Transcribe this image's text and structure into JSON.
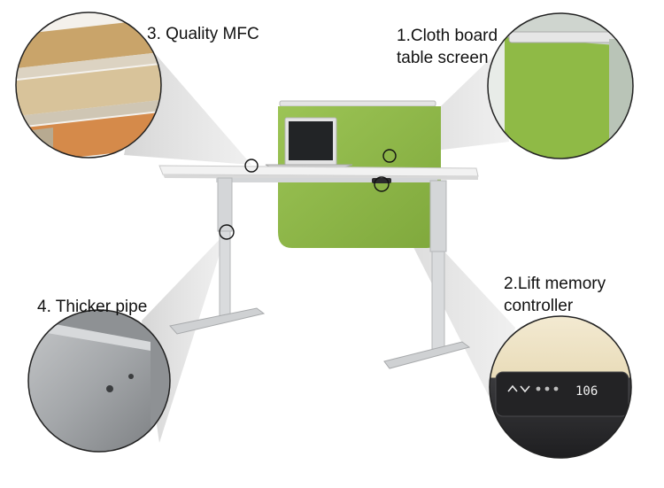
{
  "callouts": {
    "cloth_screen": {
      "line1": "1.Cloth board",
      "line2": "table screen"
    },
    "controller": {
      "line1": "2.Lift memory",
      "line2": "controller"
    },
    "mfc": {
      "line1": "3. Quality MFC"
    },
    "pipe": {
      "line1": "4. Thicker pipe"
    }
  },
  "controller_display": {
    "readout": "106",
    "buttons": [
      "up-arrow-icon",
      "down-arrow-icon",
      "memory-1",
      "memory-2",
      "memory-3"
    ]
  },
  "colors": {
    "desk_top": "#f1f1f1",
    "screen_green": "#93b94a",
    "frame_silver": "#d4d6d8",
    "callout_cone": "#d9d9d9",
    "mfc_wood": "#c9a46a",
    "mfc_edge_orange": "#d58a4a",
    "controller_panel": "#2a2a2c",
    "controller_digits": "#f2f2f2"
  }
}
